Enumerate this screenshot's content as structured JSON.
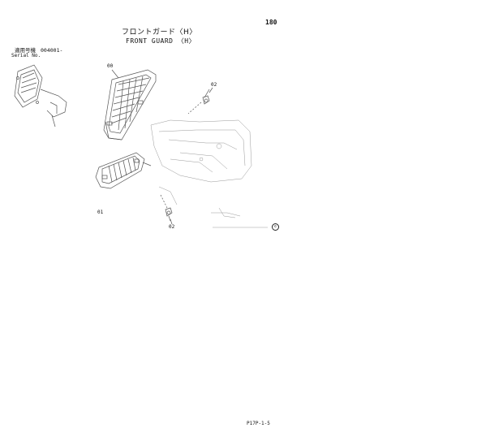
{
  "page_number": "180",
  "title_jp": "フロントガード〈H〉",
  "title_en": "FRONT GUARD 〈H〉",
  "serial": {
    "label_jp": "適用号機",
    "value": "004001-",
    "label_en": "Serial No."
  },
  "part_numbers": {
    "upper_guard": "00",
    "bolt_upper": "02",
    "lower_guard": "01",
    "bolt_lower": "02"
  },
  "copyright_mark": "©",
  "footer_code": "P17P-1-5"
}
